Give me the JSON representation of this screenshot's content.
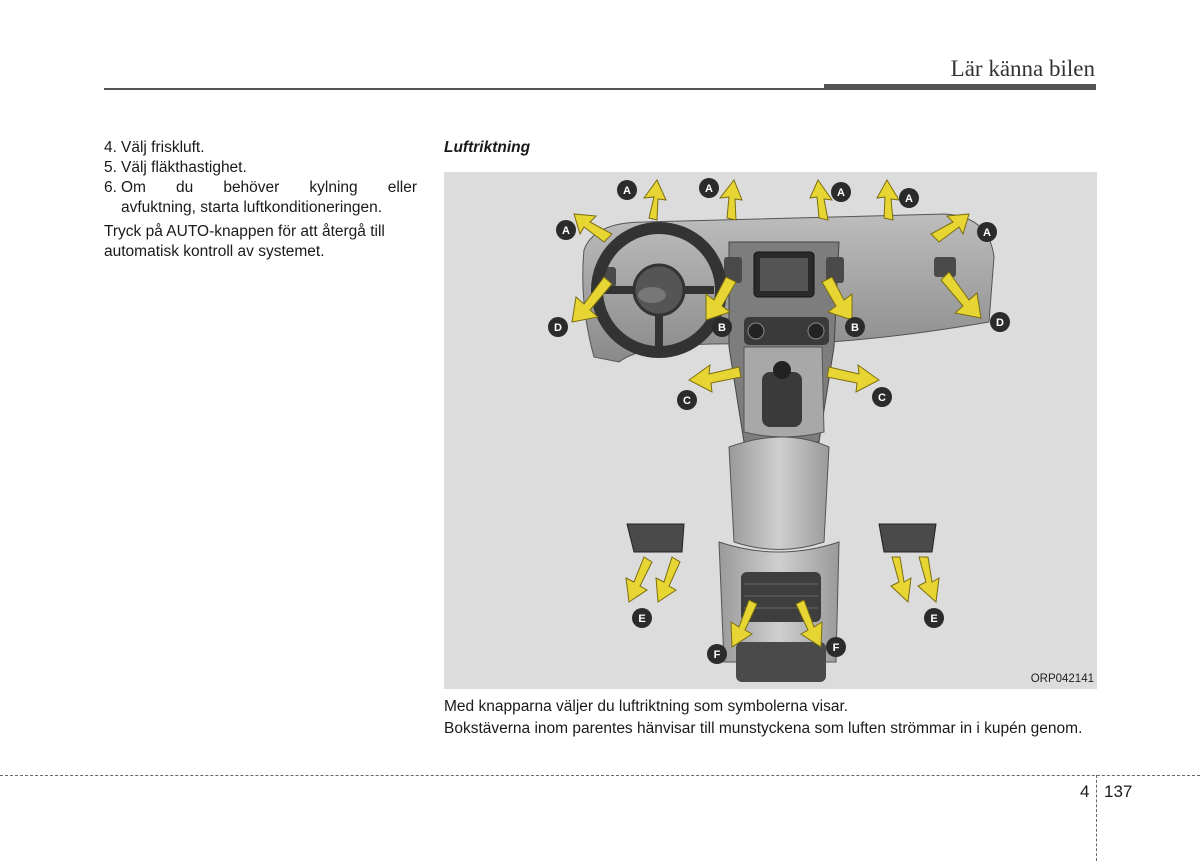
{
  "header": {
    "section_title": "Lär känna bilen"
  },
  "left_column": {
    "steps": [
      {
        "num": "4.",
        "text": "Välj friskluft."
      },
      {
        "num": "5.",
        "text": "Välj fläkthastighet."
      },
      {
        "num": "6.",
        "text_line1": "Om du behöver kylning eller",
        "text_line2": "avfuktning, starta luftkonditioneringen."
      }
    ],
    "note": "Tryck på AUTO-knappen för att återgå till automatisk kontroll av systemet."
  },
  "figure": {
    "title": "Luftriktning",
    "code": "ORP042141",
    "markers": {
      "a": "A",
      "b": "B",
      "c": "C",
      "d": "D",
      "e": "E",
      "f": "F"
    },
    "colors": {
      "background": "#dcdcdc",
      "arrow": "#e6d533",
      "marker": "#2b2b2b"
    }
  },
  "captions": {
    "line1": "Med knapparna väljer du luftriktning som symbolerna visar.",
    "line2": "Bokstäverna inom parentes hänvisar till munstyckena som luften strömmar in i kupén genom."
  },
  "footer": {
    "chapter": "4",
    "page": "137"
  }
}
